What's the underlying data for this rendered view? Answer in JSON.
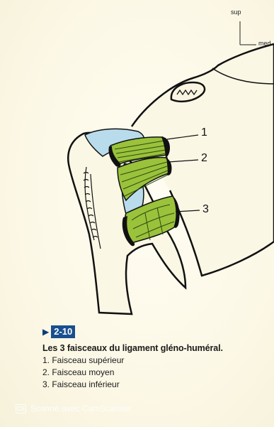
{
  "orientation": {
    "up": "sup",
    "right": "med"
  },
  "callouts": [
    "1",
    "2",
    "3"
  ],
  "figure": {
    "number": "2-10"
  },
  "caption": {
    "title": "Les 3 faisceaux du ligament gléno-huméral.",
    "items": [
      "1. Faisceau supérieur",
      "2. Faisceau moyen",
      "3. Faisceau inférieur"
    ]
  },
  "watermark": {
    "logo": "CS",
    "text": "Scanné avec CamScanner"
  },
  "colors": {
    "ligament": "#9ac23b",
    "cartilage": "#b9dcec",
    "accent": "#184f8f"
  }
}
